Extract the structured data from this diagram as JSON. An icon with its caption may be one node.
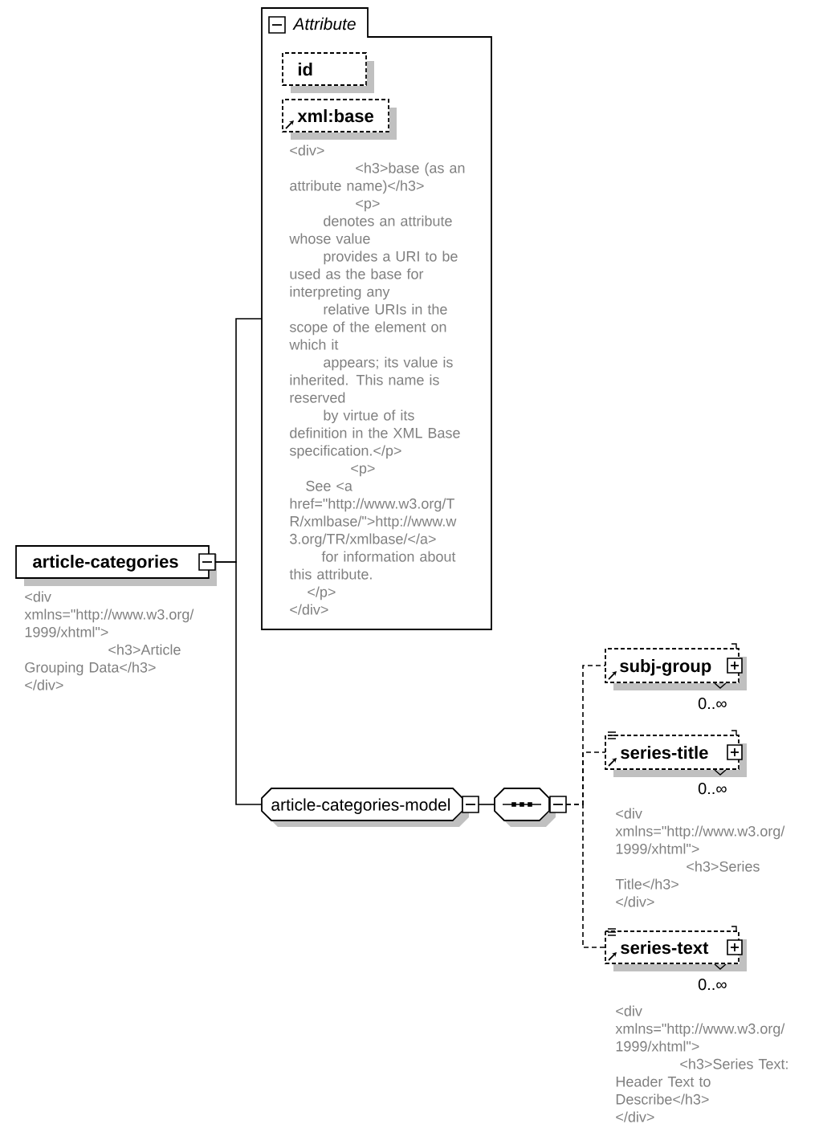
{
  "diagram": {
    "nodes": [
      {
        "text": [
          "article-categories"
        ],
        "beside": [
          "<div xmlns=\"http://www.w3.org/ 1999/xhtml\"> <h3>Article Grouping Data</h3> </div>"
        ]
      },
      {
        "text": [
          "Attribute"
        ]
      },
      {
        "text": [
          "id"
        ],
        "in": 1
      },
      {
        "text": [
          "xml:base"
        ],
        "in": 1,
        "beside": [
          "<div> <h3>base (as an attribute name)</h3> <p> denotes an attribute whose value provides a URI to be used as the base for interpreting any relative URIs in the scope of the element on which it appears; its value is inherited. This name is reserved by virtue of its definition in the XML Base specification.</p> <p> See <a href=\"http://www.w3.org/T R/xmlbase/\">http://www.w 3.org/TR/xmlbase/</a> for information about this attribute. </p> </div>"
        ]
      },
      {
        "text": [
          "article-categories-model"
        ]
      },
      {
        "text": [],
        "shape": "octagon"
      },
      {
        "text": [
          "subj-group"
        ],
        "beside": [
          "0..∞"
        ]
      },
      {
        "text": [
          "series-title"
        ],
        "beside": [
          "0..∞",
          "<div xmlns=\"http://www.w3.org/ 1999/xhtml\"> <h3>Series Title</h3> </div>"
        ]
      },
      {
        "text": [
          "series-text"
        ],
        "beside": [
          "0..∞",
          "<div xmlns=\"http://www.w3.org/ 1999/xhtml\"> <h3>Series Text: Header Text to Describe</h3> </div>"
        ]
      }
    ],
    "edges": [
      {
        "from": 0,
        "to": 1,
        "arrow": "none"
      },
      {
        "from": 0,
        "to": 4,
        "arrow": "none"
      },
      {
        "from": 4,
        "to": 5,
        "arrow": "none"
      },
      {
        "from": 5,
        "to": 6,
        "arrow": "none",
        "style": "dashed"
      },
      {
        "from": 5,
        "to": 7,
        "arrow": "none",
        "style": "dashed"
      },
      {
        "from": 5,
        "to": 8,
        "arrow": "none",
        "style": "dashed"
      }
    ]
  }
}
